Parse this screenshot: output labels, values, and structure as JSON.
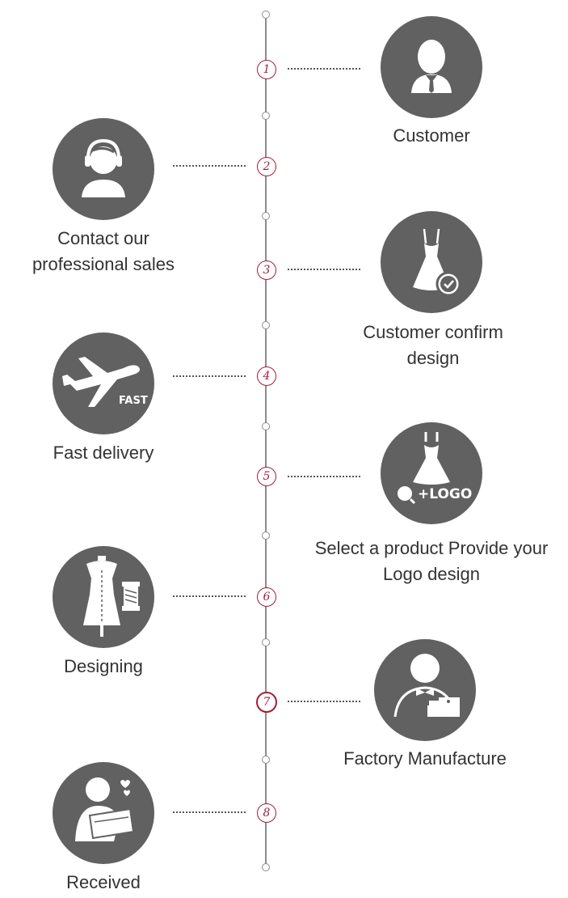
{
  "steps": [
    {
      "number": "1",
      "label": "Customer",
      "icon": "customer-icon"
    },
    {
      "number": "2",
      "label": "Contact our professional sales",
      "icon": "headset-sales-icon"
    },
    {
      "number": "3",
      "label": "Customer confirm design",
      "icon": "dress-check-icon"
    },
    {
      "number": "4",
      "label": "Fast delivery",
      "icon": "airplane-fast-icon",
      "icon_text": "FAST"
    },
    {
      "number": "5",
      "label": "Select a product Provide your Logo design",
      "icon": "dress-logo-icon",
      "icon_text": "+LOGO"
    },
    {
      "number": "6",
      "label": "Designing",
      "icon": "mannequin-thread-icon"
    },
    {
      "number": "7",
      "label": "Factory Manufacture",
      "icon": "tailor-sewing-machine-icon"
    },
    {
      "number": "8",
      "label": "Received",
      "icon": "person-package-icon"
    }
  ],
  "colors": {
    "icon_circle": "#616161",
    "accent": "#a01f3a",
    "line": "#8c8c8c",
    "text": "#333333"
  }
}
